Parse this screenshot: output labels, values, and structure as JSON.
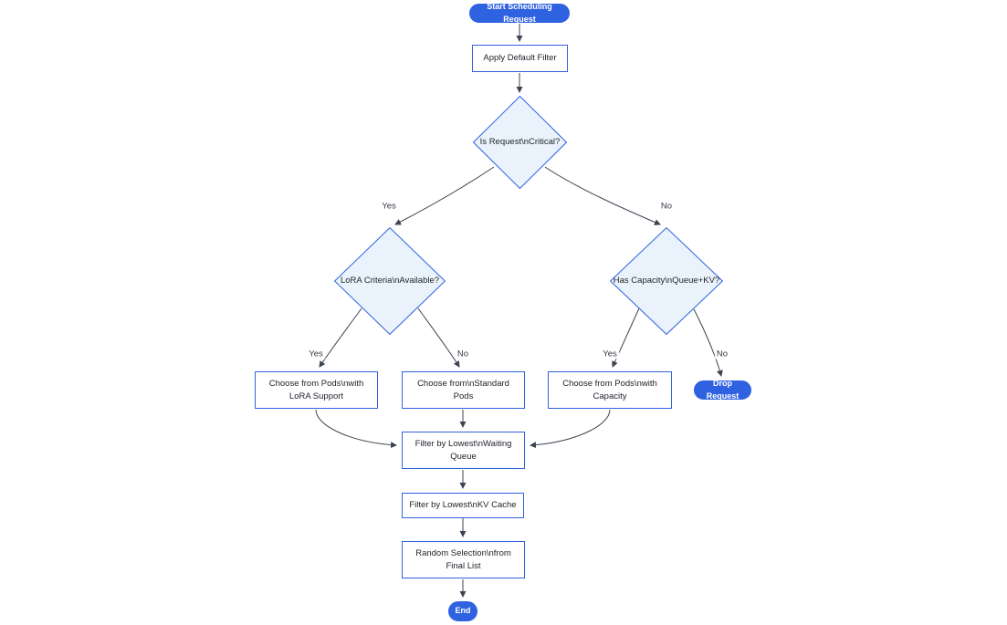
{
  "diagram": {
    "colors": {
      "primary": "#2f62e0",
      "diamondFill": "#eaf3fc",
      "rectFill": "#ffffff",
      "filledText": "#ffffff",
      "nodeText": "#21242c",
      "labelText": "#333a45",
      "edge": "#3d4451"
    },
    "nodes": {
      "start": {
        "lines": [
          "Start Scheduling Request"
        ]
      },
      "apply_filter": {
        "lines": [
          "Apply Default Filter"
        ]
      },
      "is_critical": {
        "lines": [
          "Is Request\\nCritical?"
        ]
      },
      "lora_criteria": {
        "lines": [
          "LoRA Criteria\\nAvailable?"
        ]
      },
      "has_capacity": {
        "lines": [
          "Has Capacity\\nQueue+KV?"
        ]
      },
      "choose_lora": {
        "lines": [
          "Choose from Pods\\nwith",
          "LoRA Support"
        ]
      },
      "choose_standard": {
        "lines": [
          "Choose from\\nStandard",
          "Pods"
        ]
      },
      "choose_capacity": {
        "lines": [
          "Choose from Pods\\nwith",
          "Capacity"
        ]
      },
      "drop_request": {
        "lines": [
          "Drop Request"
        ]
      },
      "filter_queue": {
        "lines": [
          "Filter by Lowest\\nWaiting",
          "Queue"
        ]
      },
      "filter_kv": {
        "lines": [
          "Filter by Lowest\\nKV Cache"
        ]
      },
      "random_selection": {
        "lines": [
          "Random Selection\\nfrom",
          "Final List"
        ]
      },
      "end": {
        "lines": [
          "End"
        ]
      }
    },
    "edge_labels": {
      "critical_yes": "Yes",
      "critical_no": "No",
      "lora_yes": "Yes",
      "lora_no": "No",
      "capacity_yes": "Yes",
      "capacity_no": "No"
    }
  }
}
